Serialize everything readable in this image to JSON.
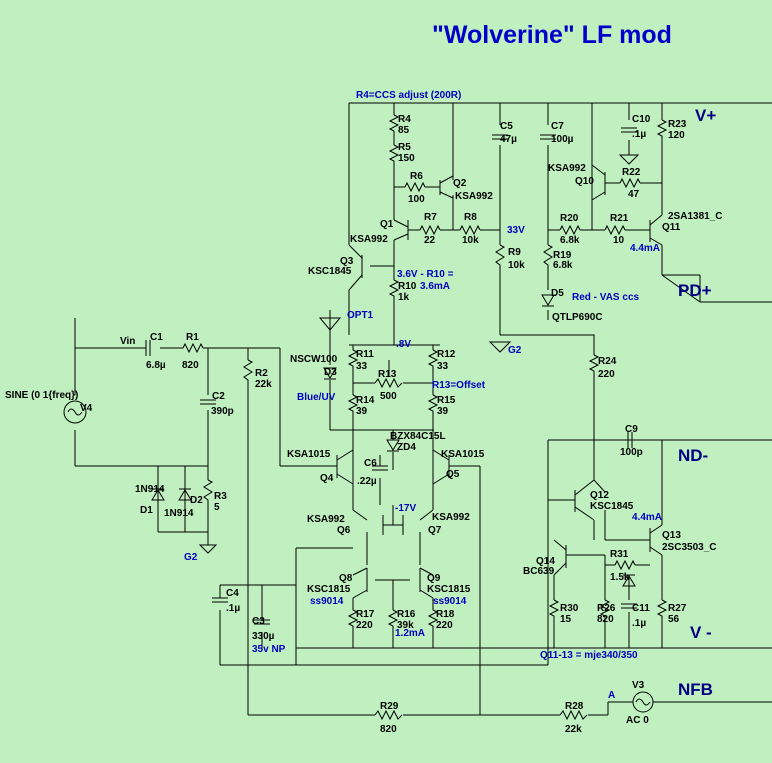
{
  "title": "\"Wolverine\"  LF mod",
  "ports": {
    "vplus": "V+",
    "pdplus": "PD+",
    "ndminus": "ND-",
    "vminus": "V -",
    "nfb": "NFB"
  },
  "grounds": {
    "g2a": "G2",
    "g2b": "G2"
  },
  "notes": {
    "r4": "R4=CCS adjust (200R)",
    "v33": "33V",
    "v36": "3.6V - R10 =",
    "ma36": "3.6mA",
    "v08": ".8V",
    "r13": "R13=Offset",
    "ma44a": "4.4mA",
    "ma44b": "4.4mA",
    "v17": "-17V",
    "ma12": "1.2mA",
    "red": "Red -  VAS ccs",
    "mje": "Q11-13 = mje340/350",
    "nodeA": "A",
    "opt1": "OPT1",
    "blue": "Blue/UV",
    "ss1": "ss9014",
    "ss2": "ss9014",
    "c3v": "35v NP",
    "vin": "Vin"
  },
  "components": {
    "r4": [
      "R4",
      "85"
    ],
    "r5": [
      "R5",
      "150"
    ],
    "r6": [
      "R6",
      "100"
    ],
    "r7": [
      "R7",
      "22"
    ],
    "r8": [
      "R8",
      "10k"
    ],
    "r9": [
      "R9",
      "10k"
    ],
    "r10": [
      "R10",
      "1k"
    ],
    "r11": [
      "R11",
      "33"
    ],
    "r12": [
      "R12",
      "33"
    ],
    "r13": [
      "R13",
      "500"
    ],
    "r14": [
      "R14",
      "39"
    ],
    "r15": [
      "R15",
      "39"
    ],
    "r16": [
      "R16",
      "39k"
    ],
    "r17": [
      "R17",
      "220"
    ],
    "r18": [
      "R18",
      "220"
    ],
    "r19": [
      "R19",
      "6.8k"
    ],
    "r20": [
      "R20",
      "6.8k"
    ],
    "r21": [
      "R21",
      "10"
    ],
    "r22": [
      "R22",
      "47"
    ],
    "r23": [
      "R23",
      "120"
    ],
    "r24": [
      "R24",
      "220"
    ],
    "r26": [
      "R26",
      "820"
    ],
    "r27": [
      "R27",
      "56"
    ],
    "r28": [
      "R28",
      "22k"
    ],
    "r29": [
      "R29",
      "820"
    ],
    "r30": [
      "R30",
      "15"
    ],
    "r31": [
      "R31",
      "1.5k"
    ],
    "r1": [
      "R1",
      "820"
    ],
    "r2": [
      "R2",
      "22k"
    ],
    "r3": [
      "R3",
      "5"
    ],
    "c1": [
      "C1",
      "6.8µ"
    ],
    "c2": [
      "C2",
      "390p"
    ],
    "c3": [
      "C3",
      "330µ"
    ],
    "c4": [
      "C4",
      ".1µ"
    ],
    "c5": [
      "C5",
      "47µ"
    ],
    "c6": [
      "C6",
      ".22µ"
    ],
    "c7": [
      "C7",
      "100µ"
    ],
    "c9": [
      "C9",
      "100p"
    ],
    "c10": [
      "C10",
      ".1µ"
    ],
    "c11": [
      "C11",
      ".1µ"
    ],
    "q1": [
      "Q1",
      "KSA992"
    ],
    "q2": [
      "Q2",
      "KSA992"
    ],
    "q3": [
      "Q3",
      "KSC1845"
    ],
    "q4": [
      "Q4",
      "KSA1015"
    ],
    "q5": [
      "Q5",
      "KSA1015"
    ],
    "q6": [
      "Q6",
      "KSA992"
    ],
    "q7": [
      "Q7",
      "KSA992"
    ],
    "q8": [
      "Q8",
      "KSC1815"
    ],
    "q9": [
      "Q9",
      "KSC1815"
    ],
    "q10": [
      "Q10",
      "KSA992"
    ],
    "q11": [
      "Q11",
      "2SA1381_C"
    ],
    "q12": [
      "Q12",
      "KSC1845"
    ],
    "q13": [
      "Q13",
      "2SC3503_C"
    ],
    "q14": [
      "Q14",
      "BC639"
    ],
    "d1": [
      "D1",
      "1N914"
    ],
    "d2": [
      "D2",
      "1N914"
    ],
    "d3": [
      "D3",
      "NSCW100"
    ],
    "d5": [
      "D5",
      "QTLP690C"
    ],
    "zd4": [
      "ZD4",
      "BZX84C15L"
    ],
    "v3": [
      "V3",
      "AC 0"
    ],
    "v4": [
      "V4",
      "SINE (0 1{freq})"
    ]
  }
}
